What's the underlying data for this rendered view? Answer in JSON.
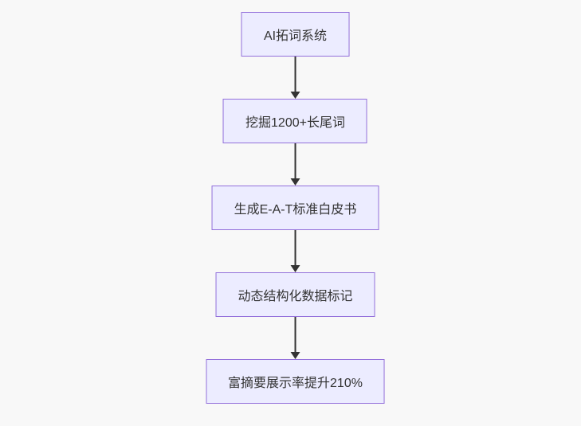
{
  "theme": {
    "background": "#f8f8f8",
    "node_fill": "#ECECFF",
    "node_border": "#9370DB",
    "text_color": "#333333",
    "edge_color": "#333333"
  },
  "flowchart": {
    "type": "flowchart",
    "direction": "top-down",
    "nodes": [
      {
        "id": "n1",
        "label": "AI拓词系统"
      },
      {
        "id": "n2",
        "label": "挖掘1200+长尾词"
      },
      {
        "id": "n3",
        "label": "生成E-A-T标准白皮书"
      },
      {
        "id": "n4",
        "label": "动态结构化数据标记"
      },
      {
        "id": "n5",
        "label": "富摘要展示率提升210%"
      }
    ],
    "edges": [
      {
        "from": "AI拓词系统",
        "to": "挖掘1200+长尾词",
        "style": "arrow"
      },
      {
        "from": "挖掘1200+长尾词",
        "to": "生成E-A-T标准白皮书",
        "style": "arrow"
      },
      {
        "from": "生成E-A-T标准白皮书",
        "to": "动态结构化数据标记",
        "style": "arrow"
      },
      {
        "from": "动态结构化数据标记",
        "to": "富摘要展示率提升210%",
        "style": "arrow"
      }
    ]
  }
}
